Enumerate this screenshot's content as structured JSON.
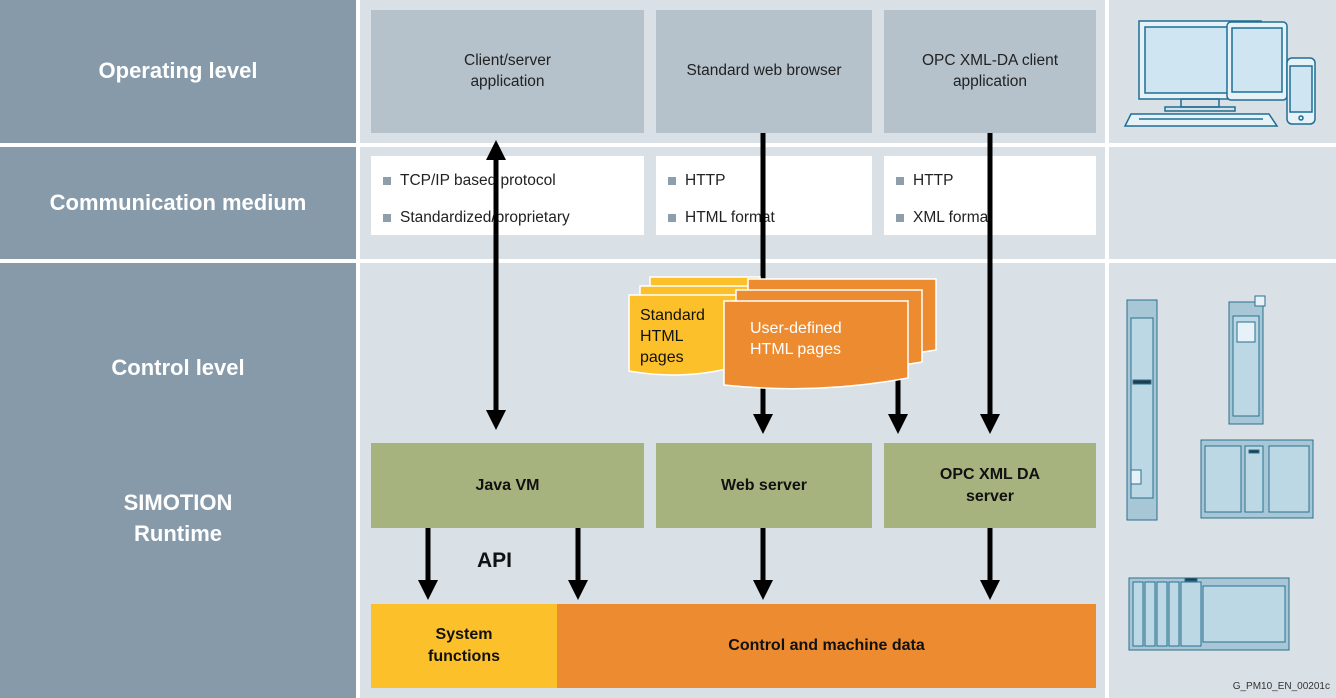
{
  "levels": {
    "operating": "Operating level",
    "communication": "Communication medium",
    "control": "Control level",
    "runtime_line1": "SIMOTION",
    "runtime_line2": "Runtime"
  },
  "operating_boxes": {
    "client_server_line1": "Client/server",
    "client_server_line2": "application",
    "web_browser": "Standard web browser",
    "opc_client_line1": "OPC XML-DA client",
    "opc_client_line2": "application"
  },
  "protocols": {
    "col1": [
      "TCP/IP based protocol",
      "Standardized/proprietary"
    ],
    "col2": [
      "HTTP",
      "HTML format"
    ],
    "col3": [
      "HTTP",
      "XML format"
    ]
  },
  "pages": {
    "standard_line1": "Standard",
    "standard_line2": "HTML",
    "standard_line3": "pages",
    "user_line1": "User-defined",
    "user_line2": "HTML pages"
  },
  "runtime_boxes": {
    "java_vm": "Java VM",
    "web_server": "Web server",
    "opc_server_line1": "OPC XML DA",
    "opc_server_line2": "server"
  },
  "api_label": "API",
  "data_bar": {
    "system_line1": "System",
    "system_line2": "functions",
    "control_data": "Control and machine data"
  },
  "figure_id": "G_PM10_EN_00201c",
  "colors": {
    "level_bg": "#879aaa",
    "panel_bg": "#d9e0e6",
    "grey_box": "#b5c1cb",
    "green_box": "#a6b37f",
    "orange": "#ed8b30",
    "yellow": "#fbc02a"
  }
}
